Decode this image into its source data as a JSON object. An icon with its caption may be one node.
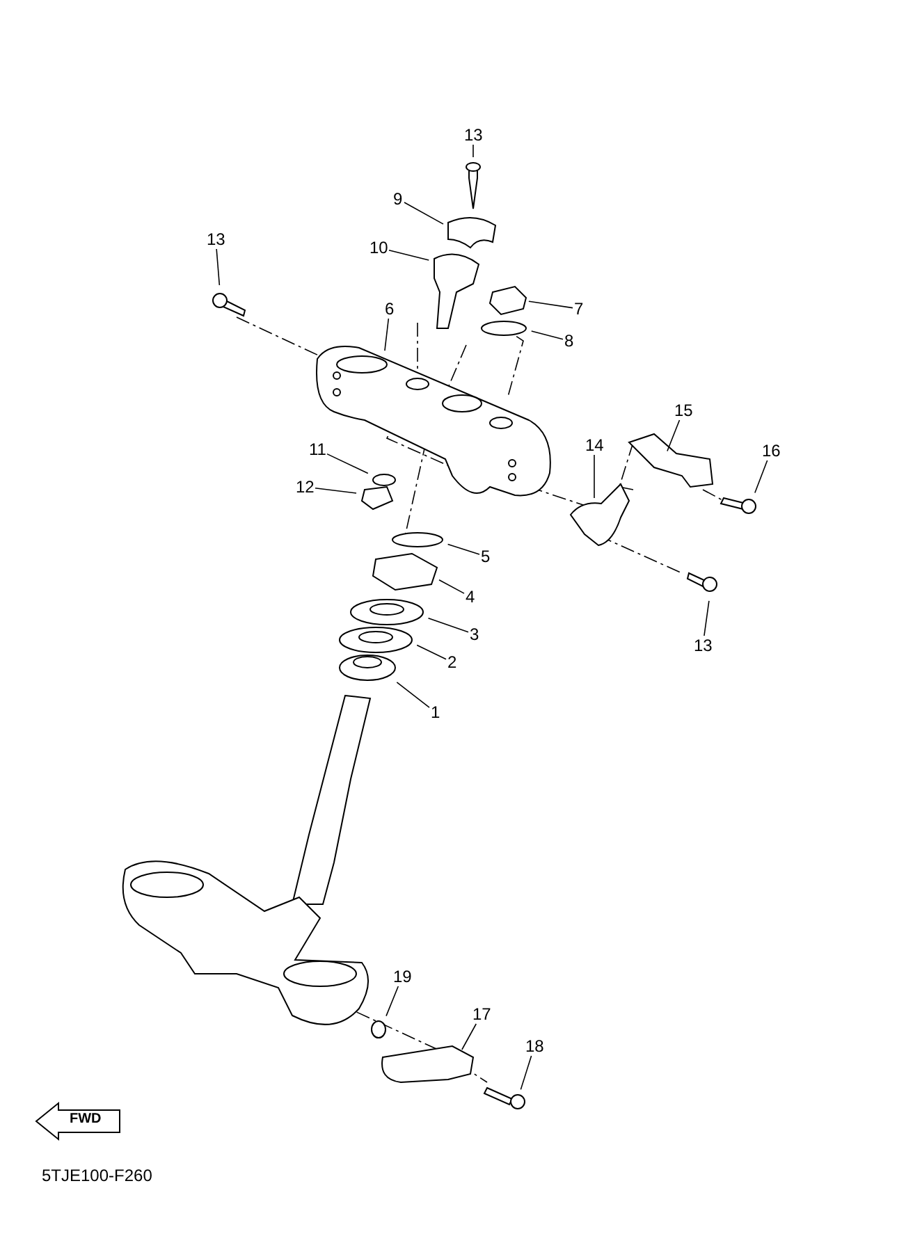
{
  "diagram": {
    "nodes": [
      {
        "text": [
          "13"
        ]
      },
      {
        "text": [
          "9"
        ]
      },
      {
        "text": [
          "10"
        ]
      },
      {
        "text": [
          "13"
        ]
      },
      {
        "text": [
          "7"
        ]
      },
      {
        "text": [
          "6"
        ]
      },
      {
        "text": [
          "8"
        ]
      },
      {
        "text": [
          "15"
        ]
      },
      {
        "text": [
          "14"
        ]
      },
      {
        "text": [
          "16"
        ]
      },
      {
        "text": [
          "11"
        ]
      },
      {
        "text": [
          "12"
        ]
      },
      {
        "text": [
          "5"
        ]
      },
      {
        "text": [
          "4"
        ]
      },
      {
        "text": [
          "13"
        ]
      },
      {
        "text": [
          "3"
        ]
      },
      {
        "text": [
          "2"
        ]
      },
      {
        "text": [
          "1"
        ]
      },
      {
        "text": [
          "19"
        ]
      },
      {
        "text": [
          "17"
        ]
      },
      {
        "text": [
          "18"
        ]
      }
    ],
    "edges": [
      {
        "from": 0,
        "to": null,
        "arrow": "none"
      },
      {
        "from": 1,
        "to": null,
        "arrow": "none"
      },
      {
        "from": 2,
        "to": null,
        "arrow": "none"
      },
      {
        "from": 3,
        "to": null,
        "arrow": "none"
      },
      {
        "from": 4,
        "to": null,
        "arrow": "none"
      },
      {
        "from": 5,
        "to": null,
        "arrow": "none"
      },
      {
        "from": 6,
        "to": null,
        "arrow": "none"
      },
      {
        "from": 7,
        "to": null,
        "arrow": "none"
      },
      {
        "from": 8,
        "to": null,
        "arrow": "none"
      },
      {
        "from": 9,
        "to": null,
        "arrow": "none"
      },
      {
        "from": 10,
        "to": null,
        "arrow": "none"
      },
      {
        "from": 11,
        "to": null,
        "arrow": "none"
      },
      {
        "from": 12,
        "to": null,
        "arrow": "none"
      },
      {
        "from": 13,
        "to": null,
        "arrow": "none"
      },
      {
        "from": 14,
        "to": null,
        "arrow": "none"
      },
      {
        "from": 15,
        "to": null,
        "arrow": "none"
      },
      {
        "from": 16,
        "to": null,
        "arrow": "none"
      },
      {
        "from": 17,
        "to": null,
        "arrow": "none"
      },
      {
        "from": 18,
        "to": null,
        "arrow": "none"
      },
      {
        "from": 19,
        "to": null,
        "arrow": "none"
      },
      {
        "from": 20,
        "to": null,
        "arrow": "none"
      }
    ],
    "labels": [
      "FWD",
      "5TJE100-F260"
    ]
  }
}
